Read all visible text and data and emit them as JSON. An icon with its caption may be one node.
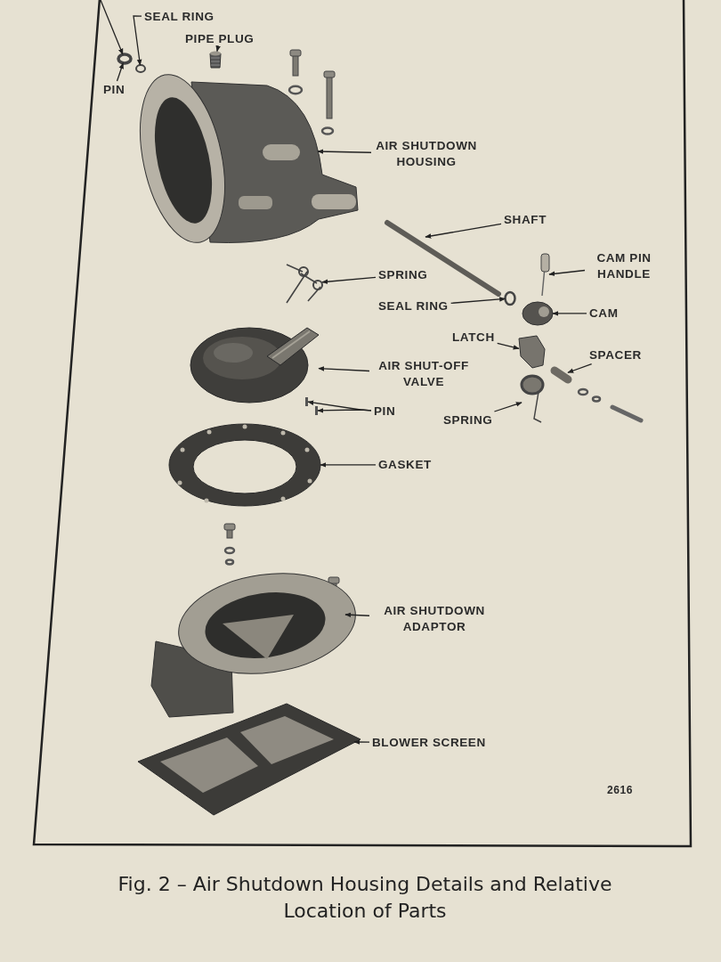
{
  "diagram": {
    "caption": "Fig. 2 – Air Shutdown Housing Details and Relative Location of Parts",
    "nodes": [
      {
        "text": [
          "SEAL RING"
        ]
      },
      {
        "text": [],
        "shape": "circle"
      },
      {
        "text": [],
        "shape": "circle"
      },
      {
        "text": [
          "PIPE PLUG"
        ]
      },
      {
        "text": [],
        "shape": "picture"
      },
      {
        "text": [
          "PIN"
        ]
      },
      {
        "text": [
          "AIR SHUTDOWN HOUSING"
        ]
      },
      {
        "text": [],
        "shape": "picture"
      },
      {
        "text": [
          "SHAFT"
        ]
      },
      {
        "text": [],
        "shape": "picture"
      },
      {
        "text": [
          "CAM PIN HANDLE"
        ]
      },
      {
        "text": [],
        "shape": "picture"
      },
      {
        "text": [
          "SPRING"
        ]
      },
      {
        "text": [],
        "shape": "picture"
      },
      {
        "text": [
          "SEAL RING"
        ]
      },
      {
        "text": [],
        "shape": "circle"
      },
      {
        "text": [
          "CAM"
        ]
      },
      {
        "text": [],
        "shape": "picture"
      },
      {
        "text": [
          "LATCH"
        ]
      },
      {
        "text": [],
        "shape": "picture"
      },
      {
        "text": [
          "SPACER"
        ]
      },
      {
        "text": [],
        "shape": "picture"
      },
      {
        "text": [
          "AIR SHUT-OFF VALVE"
        ]
      },
      {
        "text": [],
        "shape": "picture"
      },
      {
        "text": [
          "PIN"
        ]
      },
      {
        "text": [],
        "shape": "bar"
      },
      {
        "text": [],
        "shape": "bar"
      },
      {
        "text": [
          "SPRING"
        ]
      },
      {
        "text": [],
        "shape": "picture"
      },
      {
        "text": [
          "GASKET"
        ]
      },
      {
        "text": [],
        "shape": "picture"
      },
      {
        "text": [
          "AIR SHUTDOWN ADAPTOR"
        ]
      },
      {
        "text": [],
        "shape": "picture"
      },
      {
        "text": [
          "BLOWER SCREEN"
        ]
      },
      {
        "text": [],
        "shape": "picture"
      }
    ],
    "edges": [
      {
        "from": null,
        "to": 1,
        "arrow": "to"
      },
      {
        "from": 0,
        "to": 2,
        "arrow": "to"
      },
      {
        "from": 3,
        "to": 4,
        "arrow": "to"
      },
      {
        "from": 5,
        "to": 1,
        "arrow": "to"
      },
      {
        "from": 6,
        "to": 7,
        "arrow": "to"
      },
      {
        "from": 8,
        "to": 9,
        "arrow": "to"
      },
      {
        "from": 10,
        "to": 11,
        "arrow": "to"
      },
      {
        "from": 12,
        "to": 13,
        "arrow": "to"
      },
      {
        "from": 14,
        "to": 15,
        "arrow": "to"
      },
      {
        "from": 16,
        "to": 17,
        "arrow": "to"
      },
      {
        "from": 18,
        "to": 19,
        "arrow": "to"
      },
      {
        "from": 20,
        "to": 21,
        "arrow": "to"
      },
      {
        "from": 22,
        "to": 23,
        "arrow": "to"
      },
      {
        "from": 24,
        "to": 25,
        "arrow": "to"
      },
      {
        "from": 24,
        "to": 26,
        "arrow": "to"
      },
      {
        "from": 27,
        "to": 28,
        "arrow": "to"
      },
      {
        "from": 29,
        "to": 30,
        "arrow": "to"
      },
      {
        "from": 31,
        "to": 32,
        "arrow": "to"
      },
      {
        "from": 33,
        "to": 34,
        "arrow": "to"
      }
    ],
    "labels": [
      "2616"
    ]
  }
}
